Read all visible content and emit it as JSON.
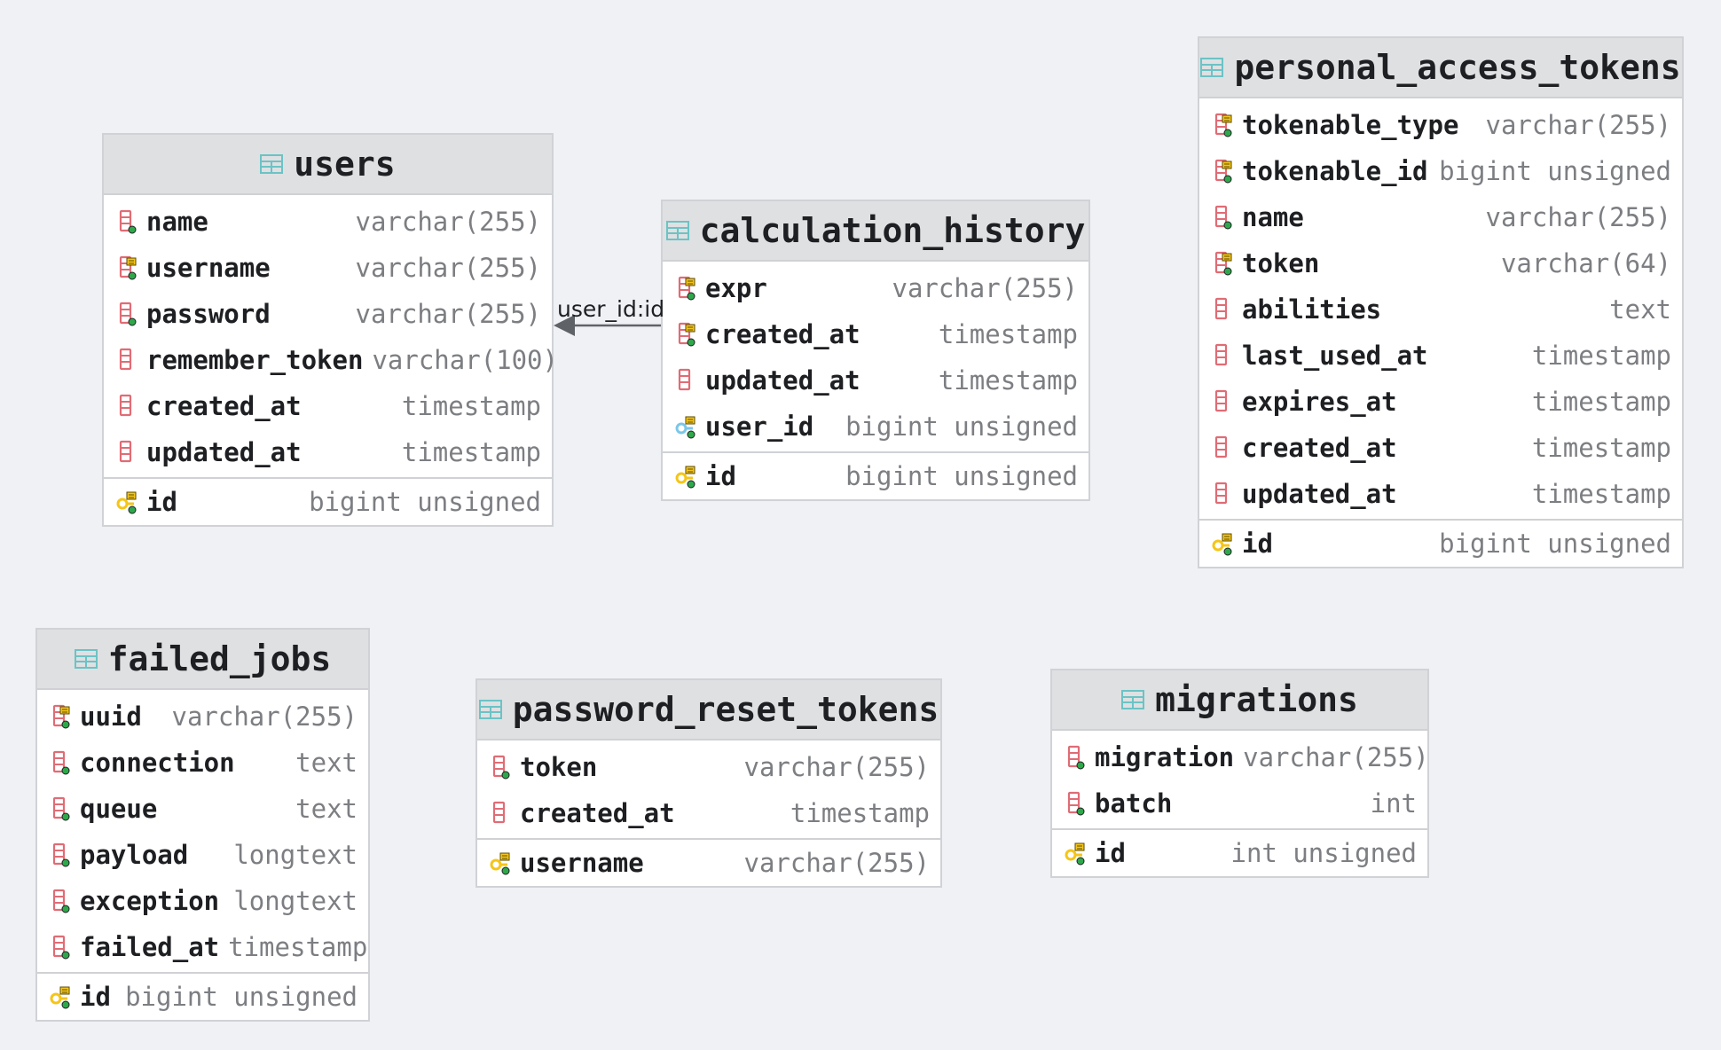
{
  "tables": {
    "users": {
      "name": "users",
      "columns": [
        {
          "name": "name",
          "type": "varchar(255)",
          "icon": "column-icon"
        },
        {
          "name": "username",
          "type": "varchar(255)",
          "icon": "index-column-icon"
        },
        {
          "name": "password",
          "type": "varchar(255)",
          "icon": "column-icon"
        },
        {
          "name": "remember_token",
          "type": "varchar(100)",
          "icon": "nullable-column-icon"
        },
        {
          "name": "created_at",
          "type": "timestamp",
          "icon": "nullable-column-icon"
        },
        {
          "name": "updated_at",
          "type": "timestamp",
          "icon": "nullable-column-icon"
        }
      ],
      "pk": {
        "name": "id",
        "type": "bigint unsigned",
        "icon": "primary-key-icon"
      }
    },
    "calculation_history": {
      "name": "calculation_history",
      "columns": [
        {
          "name": "expr",
          "type": "varchar(255)",
          "icon": "index-column-icon"
        },
        {
          "name": "created_at",
          "type": "timestamp",
          "icon": "index-column-icon"
        },
        {
          "name": "updated_at",
          "type": "timestamp",
          "icon": "nullable-column-icon"
        },
        {
          "name": "user_id",
          "type": "bigint unsigned",
          "icon": "foreign-key-icon"
        }
      ],
      "pk": {
        "name": "id",
        "type": "bigint unsigned",
        "icon": "primary-key-icon"
      }
    },
    "personal_access_tokens": {
      "name": "personal_access_tokens",
      "columns": [
        {
          "name": "tokenable_type",
          "type": "varchar(255)",
          "icon": "index-column-icon"
        },
        {
          "name": "tokenable_id",
          "type": "bigint unsigned",
          "icon": "index-column-icon"
        },
        {
          "name": "name",
          "type": "varchar(255)",
          "icon": "column-icon"
        },
        {
          "name": "token",
          "type": "varchar(64)",
          "icon": "index-column-icon"
        },
        {
          "name": "abilities",
          "type": "text",
          "icon": "nullable-column-icon"
        },
        {
          "name": "last_used_at",
          "type": "timestamp",
          "icon": "nullable-column-icon"
        },
        {
          "name": "expires_at",
          "type": "timestamp",
          "icon": "nullable-column-icon"
        },
        {
          "name": "created_at",
          "type": "timestamp",
          "icon": "nullable-column-icon"
        },
        {
          "name": "updated_at",
          "type": "timestamp",
          "icon": "nullable-column-icon"
        }
      ],
      "pk": {
        "name": "id",
        "type": "bigint unsigned",
        "icon": "primary-key-icon"
      }
    },
    "failed_jobs": {
      "name": "failed_jobs",
      "columns": [
        {
          "name": "uuid",
          "type": "varchar(255)",
          "icon": "index-column-icon"
        },
        {
          "name": "connection",
          "type": "text",
          "icon": "column-icon"
        },
        {
          "name": "queue",
          "type": "text",
          "icon": "column-icon"
        },
        {
          "name": "payload",
          "type": "longtext",
          "icon": "column-icon"
        },
        {
          "name": "exception",
          "type": "longtext",
          "icon": "column-icon"
        },
        {
          "name": "failed_at",
          "type": "timestamp",
          "icon": "column-icon"
        }
      ],
      "pk": {
        "name": "id",
        "type": "bigint unsigned",
        "icon": "primary-key-icon"
      }
    },
    "password_reset_tokens": {
      "name": "password_reset_tokens",
      "columns": [
        {
          "name": "token",
          "type": "varchar(255)",
          "icon": "column-icon"
        },
        {
          "name": "created_at",
          "type": "timestamp",
          "icon": "nullable-column-icon"
        }
      ],
      "pk": {
        "name": "username",
        "type": "varchar(255)",
        "icon": "primary-key-icon"
      }
    },
    "migrations": {
      "name": "migrations",
      "columns": [
        {
          "name": "migration",
          "type": "varchar(255)",
          "icon": "column-icon"
        },
        {
          "name": "batch",
          "type": "int",
          "icon": "column-icon"
        }
      ],
      "pk": {
        "name": "id",
        "type": "int unsigned",
        "icon": "primary-key-icon"
      }
    }
  },
  "relations": [
    {
      "label": "user_id:id",
      "from": "calculation_history",
      "to": "users"
    }
  ],
  "colors": {
    "background": "#f0f1f5",
    "header": "#dfe0e2",
    "table_icon": "#6cc3c5",
    "column_icon": "#e06c75",
    "key_icon": "#f5c518",
    "fk_icon": "#7cc7e8",
    "notnull_dot": "#2ea84b"
  }
}
